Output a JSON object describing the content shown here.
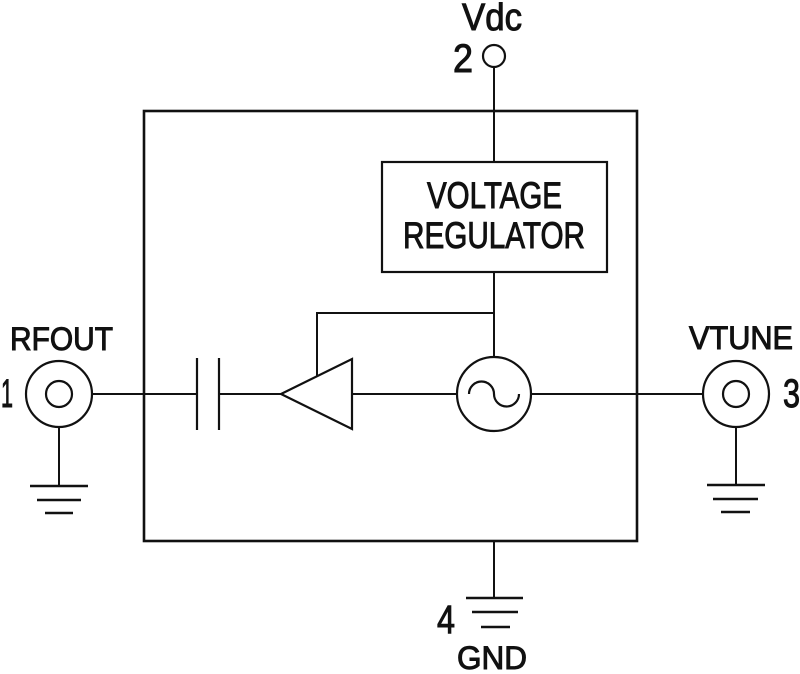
{
  "colors": {
    "line": "#111111",
    "background": "#ffffff"
  },
  "diagram": {
    "blocks": {
      "voltage_regulator": {
        "line1": "VOLTAGE",
        "line2": "REGULATOR"
      }
    },
    "ports": {
      "vdc": {
        "pin": "2",
        "label": "Vdc"
      },
      "rfout": {
        "pin": "1",
        "label": "RFOUT"
      },
      "vtune": {
        "pin": "3",
        "label": "VTUNE"
      },
      "gnd": {
        "pin": "4",
        "label": "GND"
      }
    },
    "symbols": {
      "amplifier": "amplifier-triangle-icon",
      "oscillator": "sine-source-icon",
      "capacitor": "capacitor-icon",
      "ground": "ground-icon",
      "terminal": "coax-terminal-icon"
    }
  }
}
